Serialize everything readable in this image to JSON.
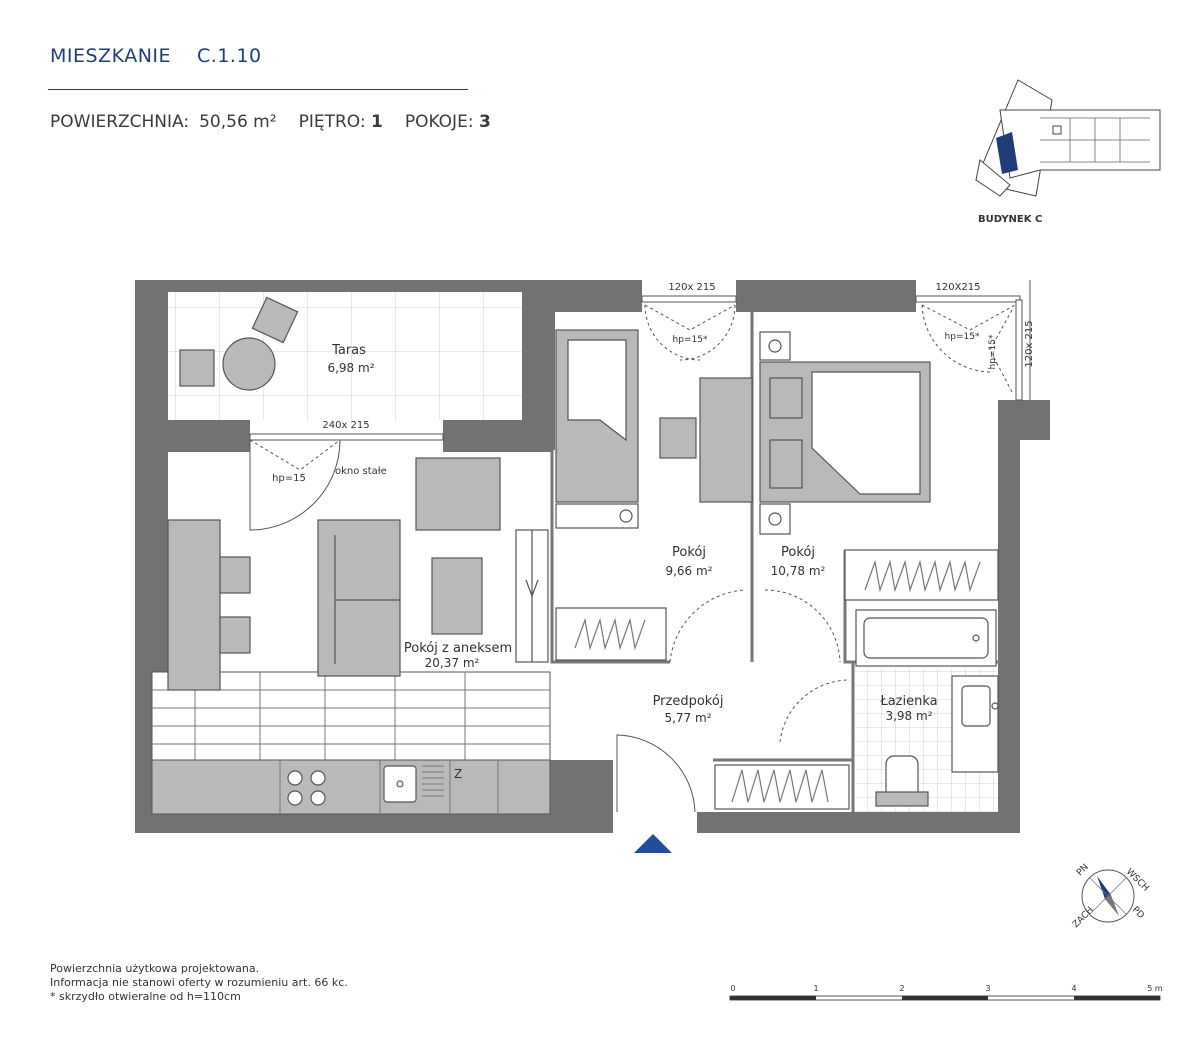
{
  "header": {
    "title": "MIESZKANIE",
    "code": "C.1.10",
    "area_label": "POWIERZCHNIA:",
    "area_value": "50,56 m²",
    "floor_label": "PIĘTRO:",
    "floor_value": "1",
    "rooms_label": "POKOJE:",
    "rooms_value": "3"
  },
  "building": {
    "label": "BUDYNEK C"
  },
  "rooms": [
    {
      "name": "Taras",
      "area": "6,98 m²"
    },
    {
      "name": "Pokój z aneksem",
      "area": "20,37 m²"
    },
    {
      "name": "Pokój",
      "area": "9,66 m²"
    },
    {
      "name": "Pokój",
      "area": "10,78 m²"
    },
    {
      "name": "Przedpokój",
      "area": "5,77 m²"
    },
    {
      "name": "Łazienka",
      "area": "3,98 m²"
    }
  ],
  "openings": {
    "window_terrace": "240x 215",
    "window_room1": "120x 215",
    "window_room2_top": "120X215",
    "window_room2_side": "120x 215",
    "hp_terrace": "hp=15",
    "hp_room1": "hp=15*",
    "hp_room2_top": "hp=15*",
    "hp_room2_side": "hp=15*",
    "fixed_window": "okno stałe",
    "closet_mark": "Z"
  },
  "compass": {
    "n": "PN",
    "e": "WSCH",
    "w": "ZACH",
    "s": "PD"
  },
  "scale": {
    "ticks": [
      "0",
      "1",
      "2",
      "3",
      "4",
      "5 m"
    ]
  },
  "notes": [
    "Powierzchnia użytkowa projektowana.",
    "Informacja nie stanowi oferty w rozumieniu art. 66 kc.",
    "* skrzydło otwieralne od h=110cm"
  ],
  "colors": {
    "brand": "#1f3e78",
    "wall": "#727272",
    "furniture": "#b9b9b9",
    "entrance": "#1f4f9a"
  }
}
